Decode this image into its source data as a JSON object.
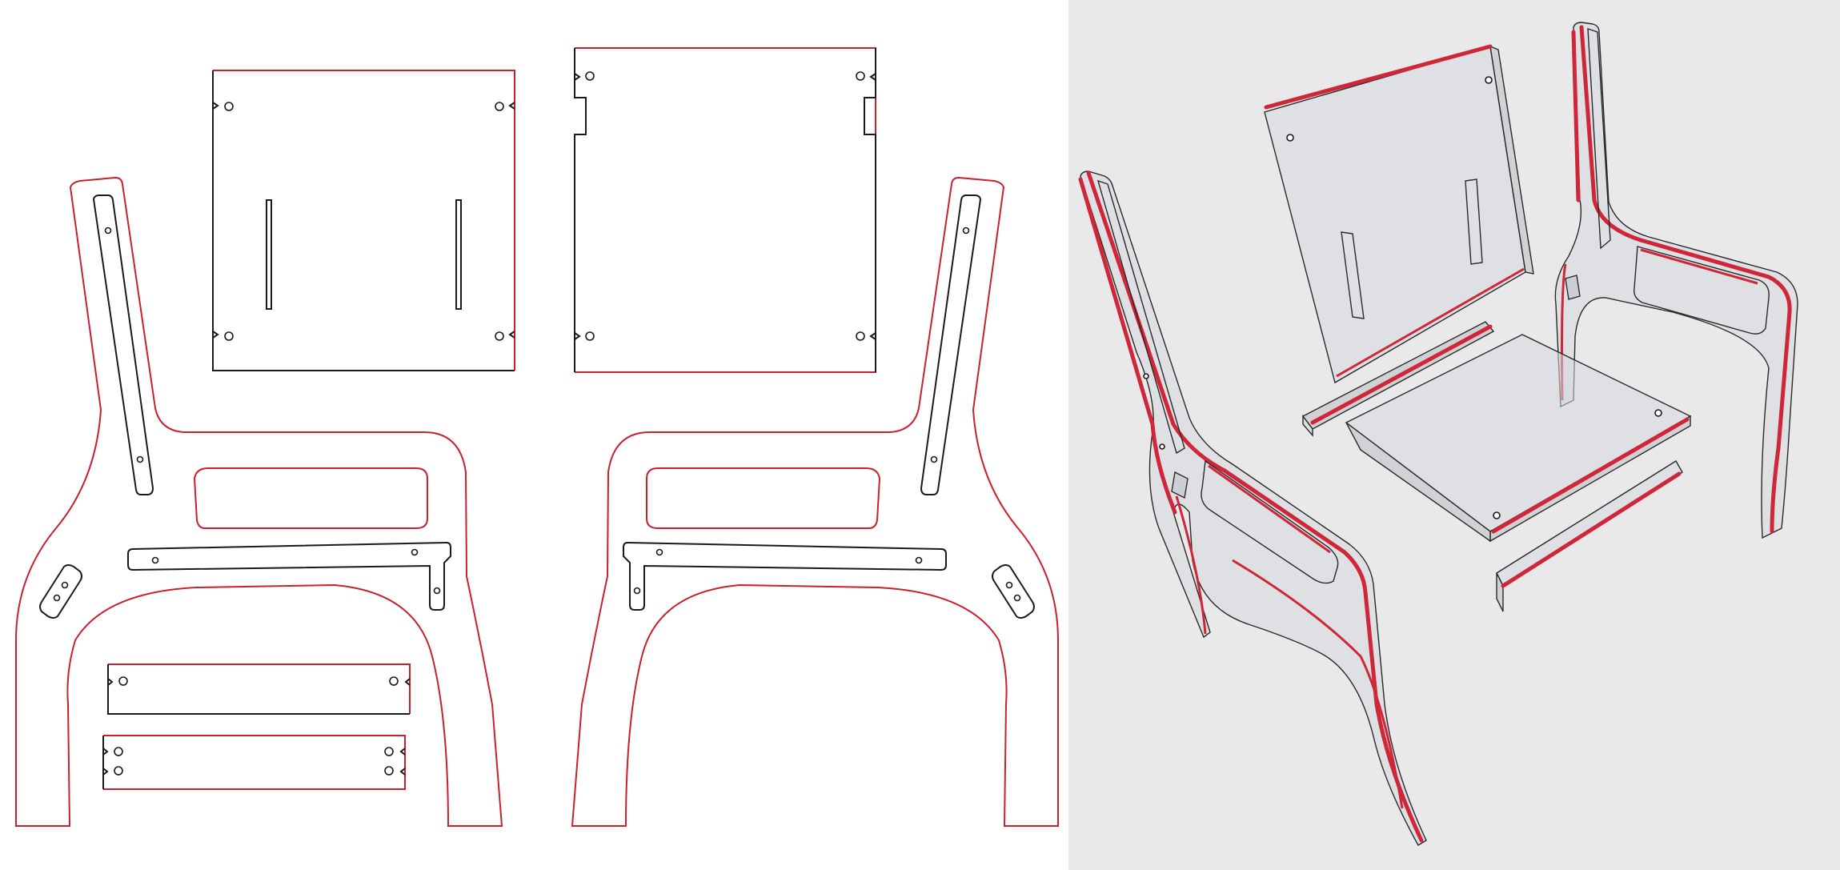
{
  "figure": {
    "left_panel": "flat-cut-layout",
    "right_panel": "exploded-assembly",
    "colors": {
      "outer_cut": "#c8202f",
      "inner_cut": "#1a1a1a",
      "page_background": "#ffffff",
      "render_background": "#e9e9ea",
      "acrylic_fill": "#d6d8dc"
    },
    "parts": [
      "seat-panel",
      "backrest-panel",
      "left-side-frame",
      "right-side-frame",
      "front-stretcher",
      "rear-stretcher"
    ]
  }
}
